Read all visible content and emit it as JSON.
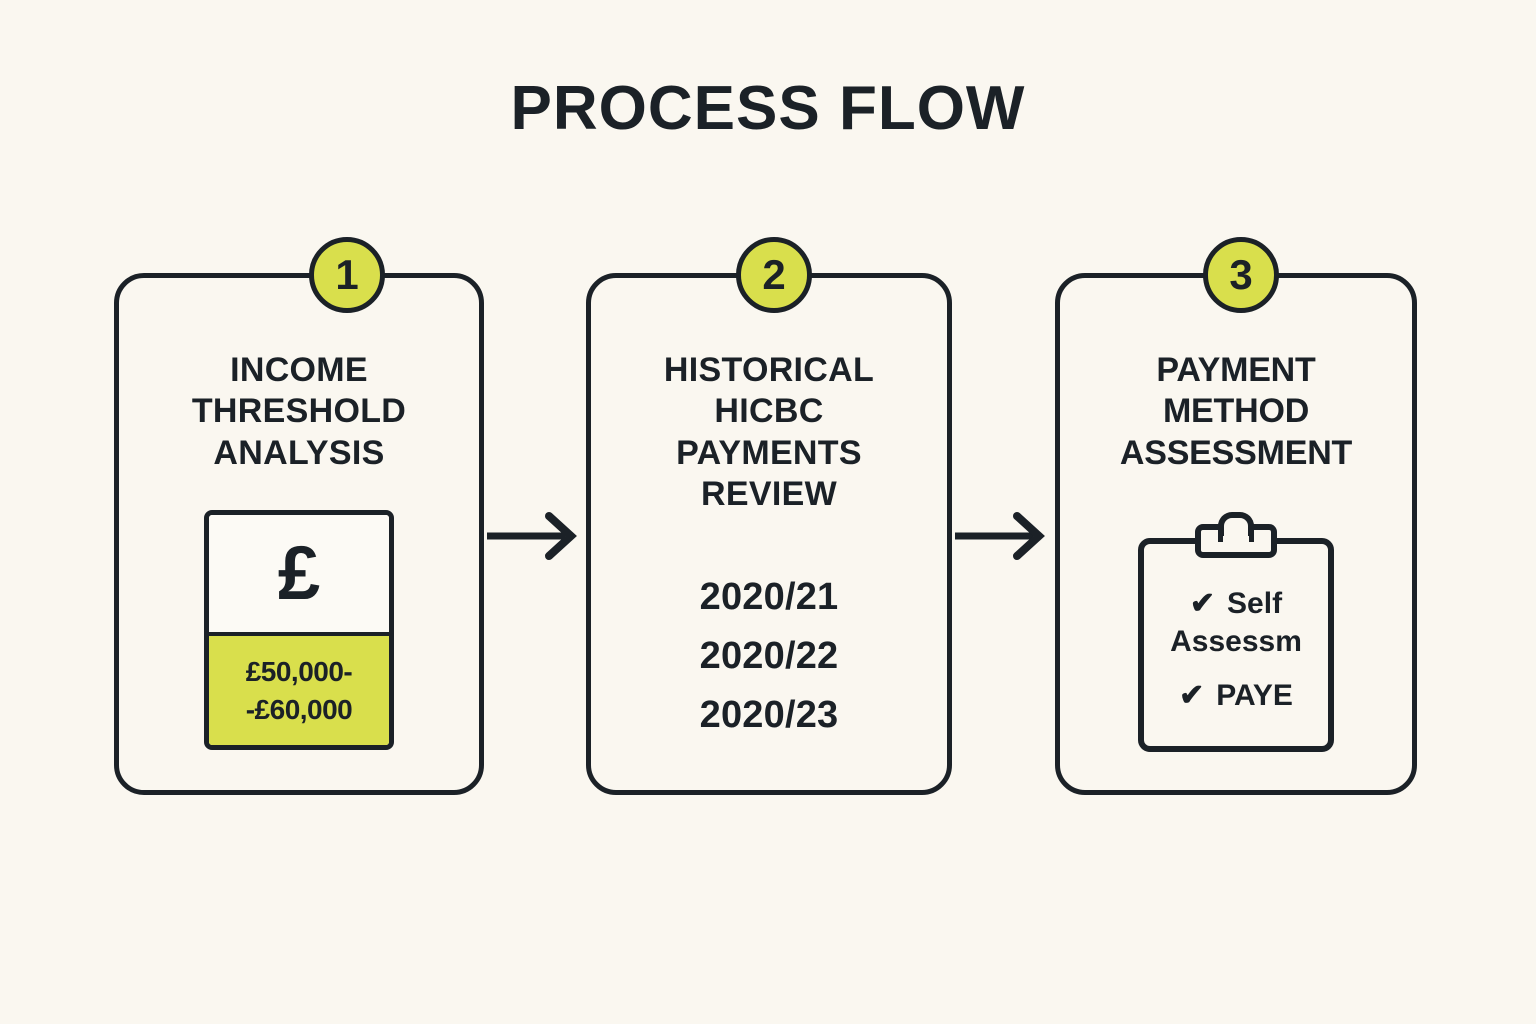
{
  "title": "PROCESS FLOW",
  "colors": {
    "background": "#FAF7F0",
    "ink": "#1B2127",
    "accent_green": "#D9DF4C"
  },
  "steps": [
    {
      "number": "1",
      "heading": "INCOME\nTHRESHOLD\nANALYSIS",
      "graphic": {
        "icon": "pound-sterling-icon",
        "symbol": "£",
        "range_line_1": "£50,000-",
        "range_line_2": "-£60,000"
      }
    },
    {
      "number": "2",
      "heading": "HISTORICAL\nHICBC\nPAYMENTS\nREVIEW",
      "years": [
        "2020/21",
        "2020/22",
        "2020/23"
      ]
    },
    {
      "number": "3",
      "heading": "PAYMENT\nMETHOD\nASSESSMENT",
      "graphic": {
        "icon": "clipboard-icon",
        "items": [
          {
            "check": "✔",
            "label_line_1": "Self",
            "label_line_2": "Assessm"
          },
          {
            "check": "✔",
            "label_line_1": "PAYE"
          }
        ]
      }
    }
  ],
  "connectors": [
    {
      "name": "arrow-step1-to-step2",
      "icon": "arrow-right-icon"
    },
    {
      "name": "arrow-step2-to-step3",
      "icon": "arrow-right-icon"
    }
  ]
}
